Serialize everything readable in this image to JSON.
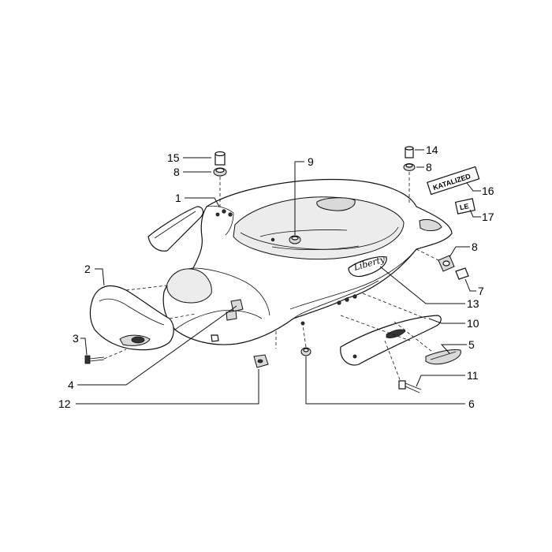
{
  "parts": [
    {
      "ref": "1"
    },
    {
      "ref": "2"
    },
    {
      "ref": "3"
    },
    {
      "ref": "4"
    },
    {
      "ref": "5"
    },
    {
      "ref": "6"
    },
    {
      "ref": "7"
    },
    {
      "ref": "8"
    },
    {
      "ref": "9"
    },
    {
      "ref": "10"
    },
    {
      "ref": "11"
    },
    {
      "ref": "12"
    },
    {
      "ref": "13"
    },
    {
      "ref": "14"
    },
    {
      "ref": "15"
    },
    {
      "ref": "16"
    },
    {
      "ref": "17"
    }
  ],
  "decals": {
    "katalized": "KATALIZED",
    "le": "LE",
    "brand": "Liberty"
  }
}
